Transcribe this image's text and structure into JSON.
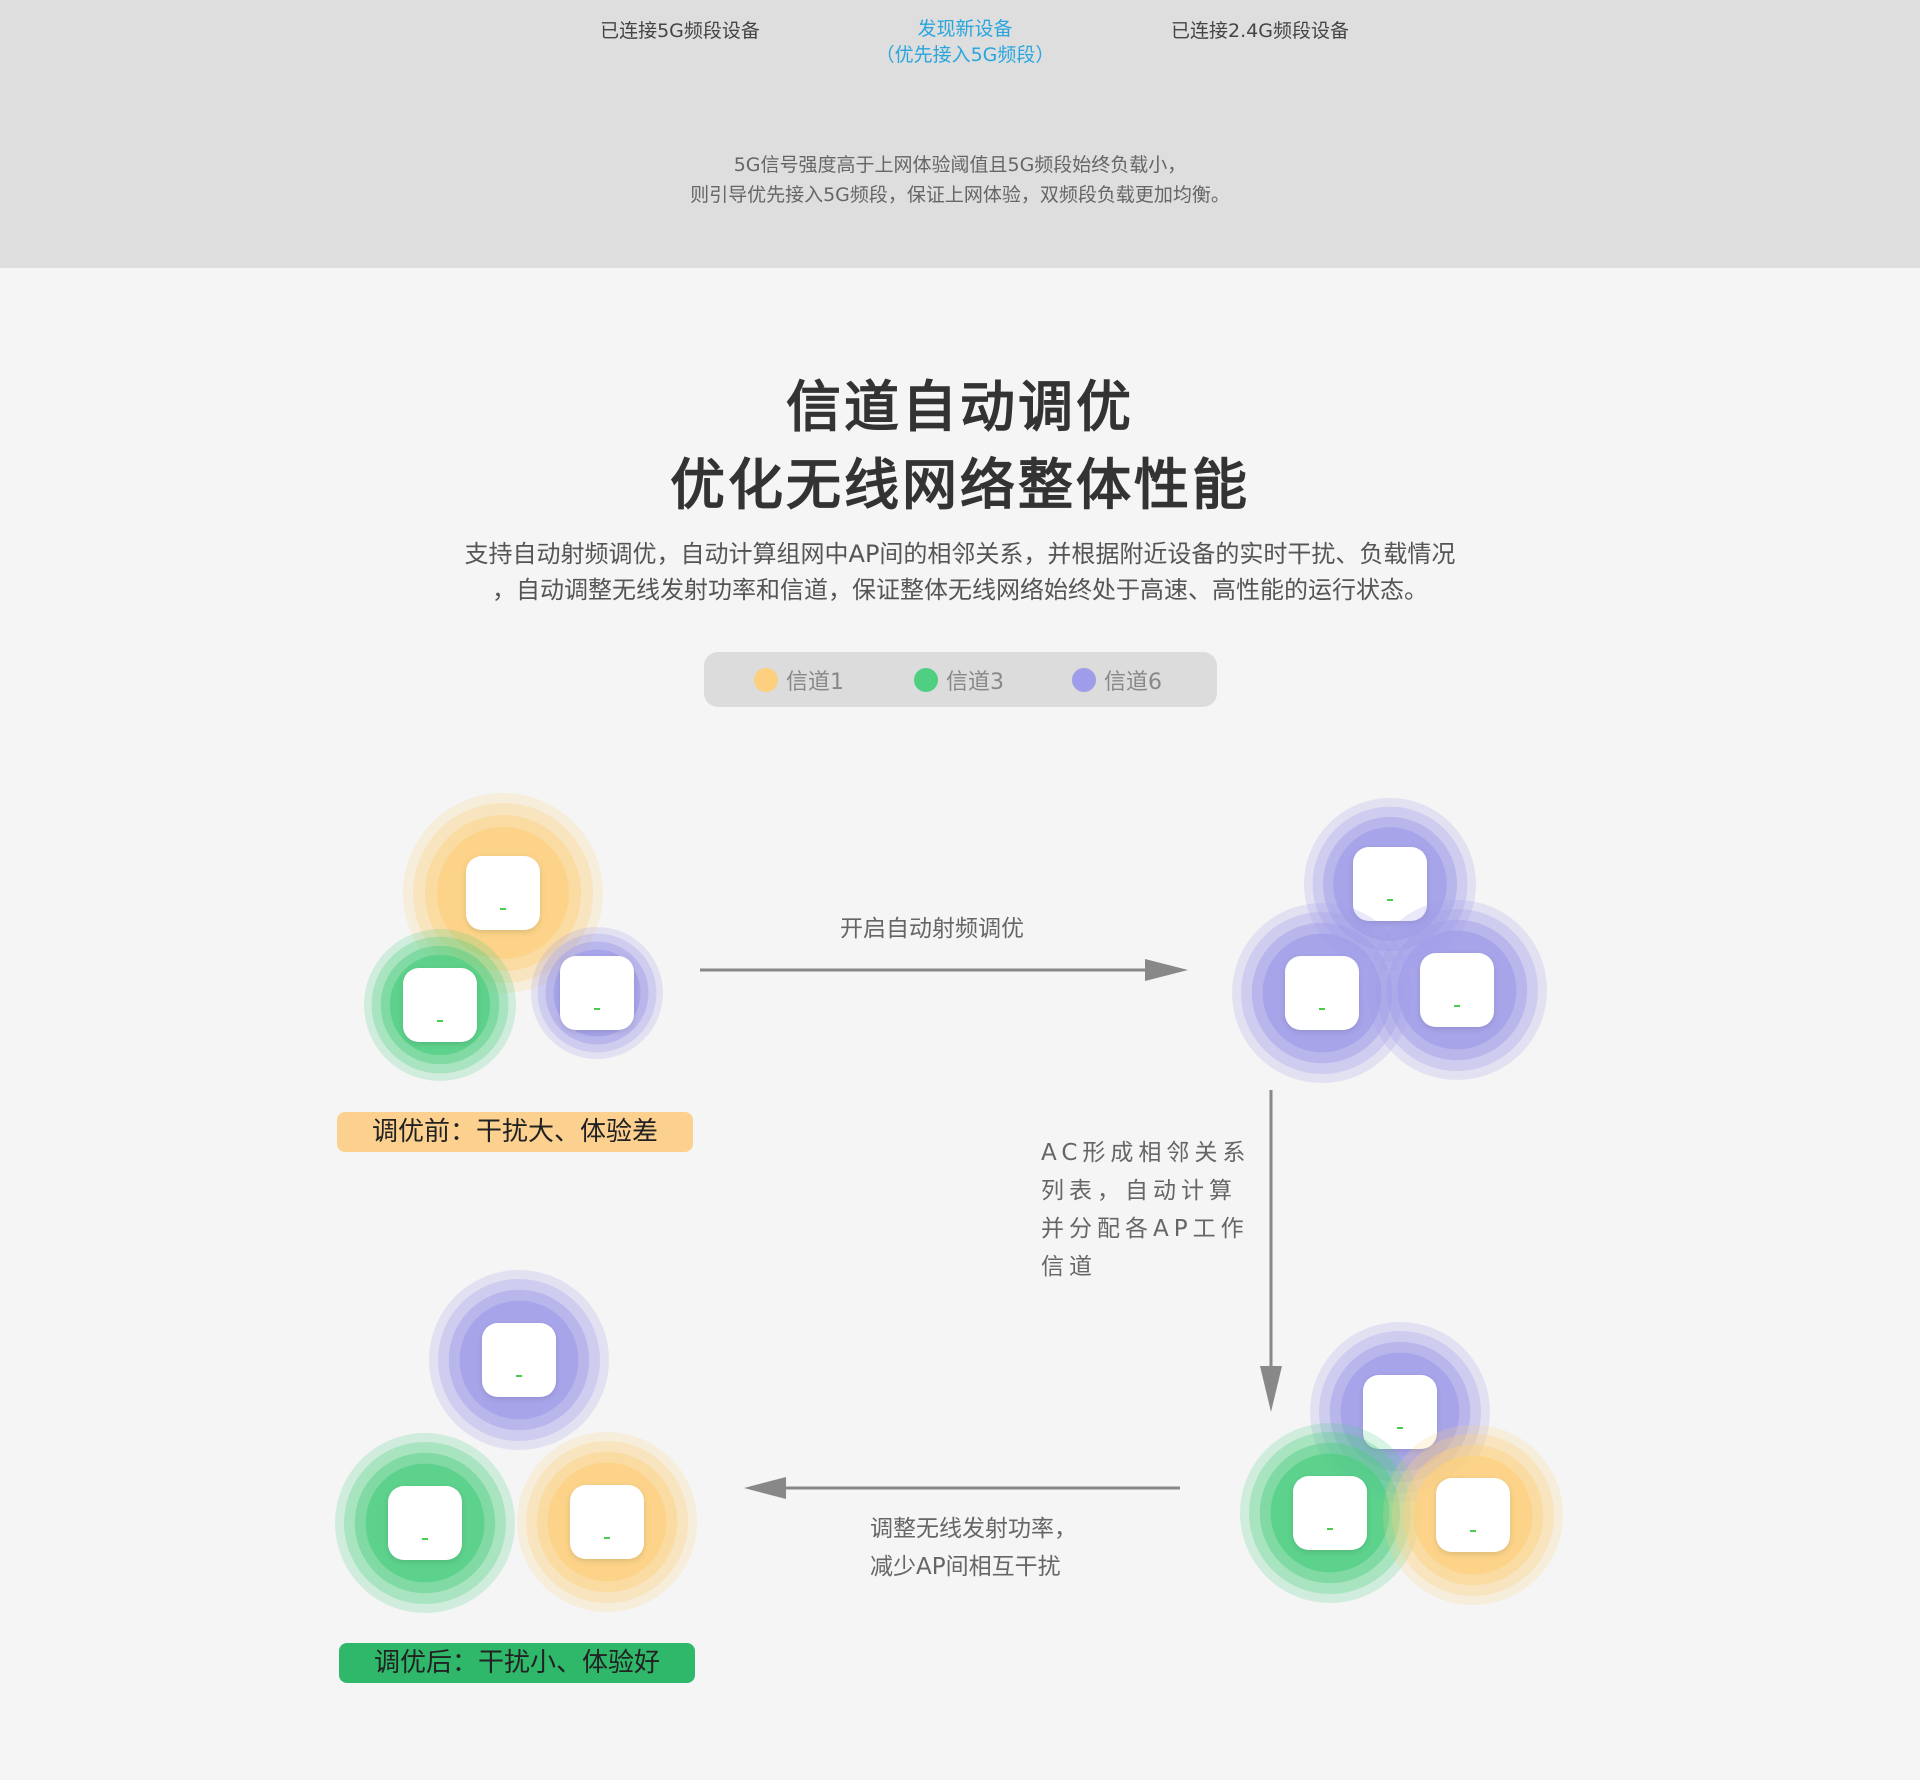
{
  "band": {
    "tabs": [
      {
        "label": "已连接5G频段设备"
      },
      {
        "label_line1": "发现新设备",
        "label_line2": "（优先接入5G频段）"
      },
      {
        "label": "已连接2.4G频段设备"
      }
    ],
    "desc_line1": "5G信号强度高于上网体验阈值且5G频段始终负载小，",
    "desc_line2": "则引导优先接入5G频段，保证上网体验，双频段负载更加均衡。"
  },
  "section": {
    "title_line1": "信道自动调优",
    "title_line2": "优化无线网络整体性能",
    "intro_line1": "支持自动射频调优，自动计算组网中AP间的相邻关系，并根据附近设备的实时干扰、负载情况",
    "intro_line2": "，自动调整无线发射功率和信道，保证整体无线网络始终处于高速、高性能的运行状态。"
  },
  "legend": {
    "items": [
      {
        "label": "信道1",
        "color": "#fcd07e"
      },
      {
        "label": "信道3",
        "color": "#4fcf82"
      },
      {
        "label": "信道6",
        "color": "#9f9ce9"
      }
    ]
  },
  "colors": {
    "channel1": "#fcd07e",
    "channel3": "#4fcf82",
    "channel6": "#9f9ce9",
    "arrow": "#888888",
    "led": "#4ccc4c"
  },
  "steps": {
    "step1_label": "开启自动射频调优",
    "step2_lines": [
      "AC形成相邻关系",
      "列表，自动计算",
      "并分配各AP工作",
      "信道"
    ],
    "step3_line1": "调整无线发射功率，",
    "step3_line2": "减少AP间相互干扰"
  },
  "badges": {
    "before": "调优前：干扰大、体验差",
    "after": "调优后：干扰小、体验好"
  },
  "diagram": {
    "group_before": [
      "channel1",
      "channel3",
      "channel6"
    ],
    "group_step1": [
      "channel6",
      "channel6",
      "channel6"
    ],
    "group_step2": [
      "channel6",
      "channel3",
      "channel1"
    ],
    "group_after": [
      "channel6",
      "channel3",
      "channel1"
    ]
  }
}
